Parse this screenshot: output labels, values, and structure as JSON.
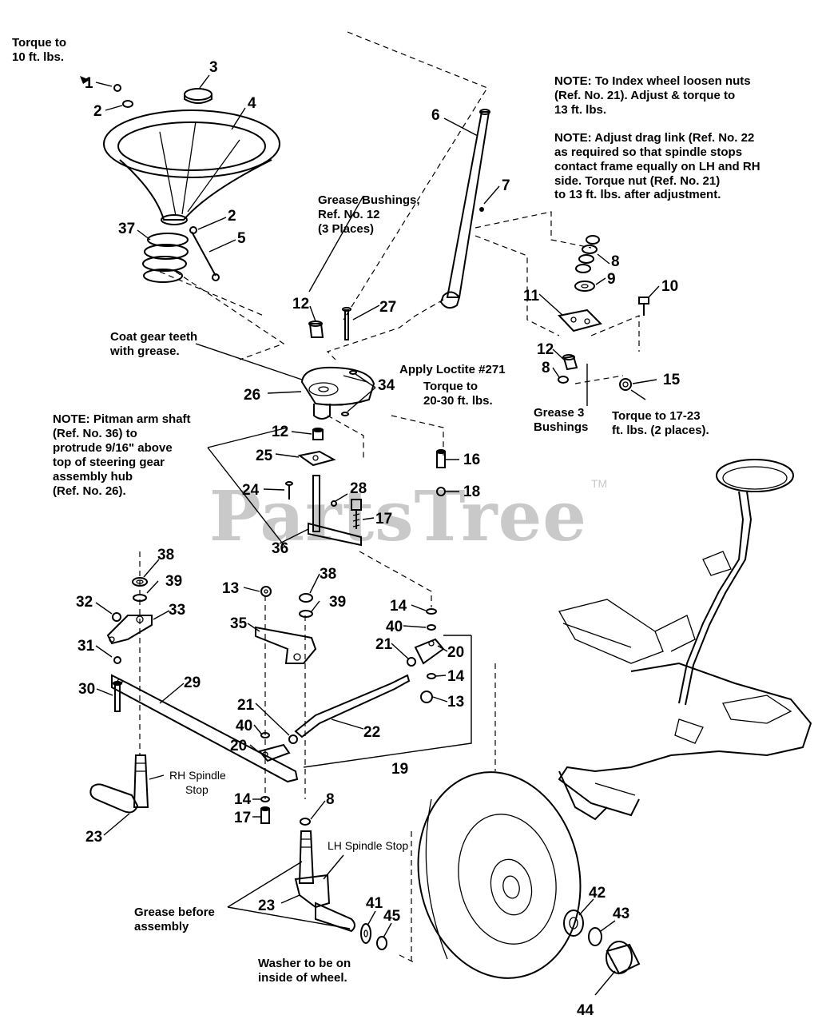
{
  "notes": {
    "torque_10": [
      "Torque to",
      "10 ft. lbs."
    ],
    "index_wheel": [
      "NOTE: To Index wheel loosen nuts",
      "(Ref. No. 21). Adjust & torque to",
      "13 ft. lbs."
    ],
    "drag_link": [
      "NOTE: Adjust drag link (Ref. No. 22",
      "as required so that spindle stops",
      "contact frame equally on LH and RH",
      "side. Torque nut (Ref. No. 21)",
      "to 13 ft. lbs. after adjustment."
    ],
    "grease_bushings": [
      "Grease Bushings,",
      "Ref. No. 12",
      "(3 Places)"
    ],
    "coat_gear": [
      "Coat gear teeth",
      "with grease."
    ],
    "loctite": "Apply Loctite #271",
    "torque_20_30": [
      "Torque to",
      "20-30 ft. lbs."
    ],
    "grease_3": [
      "Grease 3",
      "Bushings"
    ],
    "torque_17_23": [
      "Torque to 17-23",
      "ft. lbs. (2 places)."
    ],
    "pitman": [
      "NOTE: Pitman arm shaft",
      "(Ref. No. 36) to",
      "protrude 9/16\" above",
      "top of steering gear",
      "assembly hub",
      "(Ref. No. 26)."
    ],
    "rh_stop": [
      "RH Spindle",
      "Stop"
    ],
    "lh_stop": "LH Spindle Stop",
    "grease_before": [
      "Grease before",
      "assembly"
    ],
    "washer": [
      "Washer to be on",
      "inside of wheel."
    ]
  },
  "watermark": {
    "text": "PartsTree",
    "tm": "TM"
  },
  "callouts": {
    "c1": "1",
    "c2a": "2",
    "c3": "3",
    "c4": "4",
    "c2b": "2",
    "c5": "5",
    "c37": "37",
    "c6": "6",
    "c7": "7",
    "c8a": "8",
    "c9": "9",
    "c10": "10",
    "c11": "11",
    "c12a": "12",
    "c27": "27",
    "c12b": "12",
    "c8b": "8",
    "c15": "15",
    "c26": "26",
    "c34": "34",
    "c12c": "12",
    "c25": "25",
    "c16": "16",
    "c24": "24",
    "c28": "28",
    "c18": "18",
    "c17a": "17",
    "c36": "36",
    "c38a": "38",
    "c39a": "39",
    "c32": "32",
    "c33": "33",
    "c31": "31",
    "c30": "30",
    "c29": "29",
    "c13a": "13",
    "c38b": "38",
    "c39b": "39",
    "c35": "35",
    "c14a": "14",
    "c40a": "40",
    "c21a": "21",
    "c20a": "20",
    "c14b": "14",
    "c13b": "13",
    "c21b": "21",
    "c40b": "40",
    "c20b": "20",
    "c22": "22",
    "c19": "19",
    "c23a": "23",
    "c14c": "14",
    "c17b": "17",
    "c8c": "8",
    "c23b": "23",
    "c41": "41",
    "c45": "45",
    "c42": "42",
    "c43": "43",
    "c44": "44"
  }
}
